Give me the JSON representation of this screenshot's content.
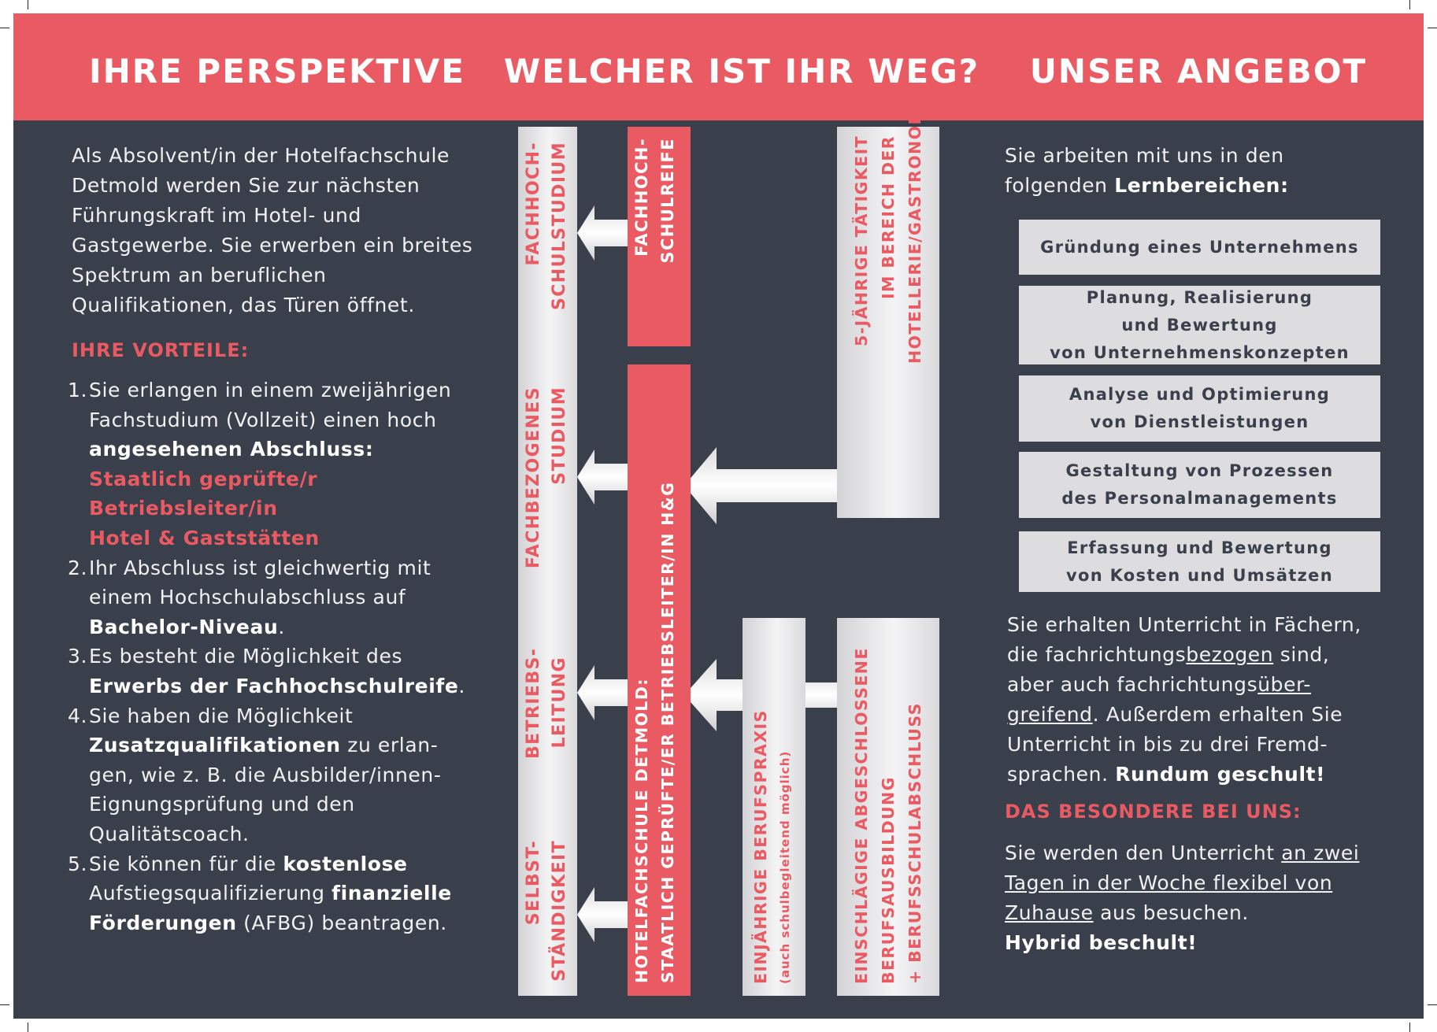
{
  "header": {
    "col1_title": "IHRE PERSPEKTIVE",
    "col2_title": "WELCHER IST IHR WEG?",
    "col3_title": "UNSER ANGEBOT"
  },
  "left": {
    "intro": "Als Absolvent/in der Hotelfachschule Detmold werden Sie zur nächsten Führungskraft im Hotel- und Gastgewerbe. Sie erwerben ein breites Spektrum an beruflichen Qualifikationen, das Türen öffnet.",
    "vorteile_heading": "IHRE VORTEILE:",
    "items": [
      {
        "num": "1.",
        "text_a": "Sie erlangen in einem zweijährigen Fachstudium (Vollzeit) einen hoch ",
        "bold": "angesehenen Abschluss:",
        "red1": "Staatlich  geprüfte/r",
        "red2": "Betriebsleiter/in",
        "red3": "Hotel & Gaststätten"
      },
      {
        "num": "2.",
        "text_a": "Ihr Abschluss ist gleichwertig mit einem Hochschulabschluss auf ",
        "bold": "Bachelor-Niveau",
        "text_b": "."
      },
      {
        "num": "3.",
        "text_a": "Es besteht die Möglichkeit des ",
        "bold": "Erwerbs der Fachhochschulreife",
        "text_b": "."
      },
      {
        "num": "4.",
        "text_a": "Sie haben die Möglichkeit ",
        "bold": "Zusatzqualifikationen",
        "text_b": " zu erlan-gen, wie z. B. die Ausbilder/innen-Eignungsprüfung und den Qualitätscoach."
      },
      {
        "num": "5.",
        "text_a": "Sie können für die ",
        "bold": "kostenlose",
        "text_b": " Aufstiegsqualifizierung ",
        "bold2": "finanzielle Förderungen",
        "text_c": " (AFBG) beantragen."
      }
    ]
  },
  "middle": {
    "bar1": [
      "FACHHOCH-",
      "SCHULSTUDIUM"
    ],
    "bar2": [
      "FACHBEZOGENES",
      "STUDIUM"
    ],
    "bar3": [
      "BETRIEBS-",
      "LEITUNG"
    ],
    "bar4": [
      "SELBST-",
      "STÄNDIGKEIT"
    ],
    "fhr": [
      "FACHHOCH-",
      "SCHULREIFE"
    ],
    "hfs": [
      "HOTELFACHSCHULE DETMOLD:",
      "STAATLICH GEPRÜFTE/ER BETRIEBSLEITER/IN H&G"
    ],
    "taetigkeit": [
      "5-JÄHRIGE TÄTIGKEIT",
      "IM BEREICH DER",
      "HOTELLERIE/GASTRONOMIE"
    ],
    "praxis": [
      "EINJÄHRIGE BERUFSPRAXIS",
      "(auch schulbegleitend möglich)"
    ],
    "ausbildung": [
      "EINSCHLÄGIGE ABGESCHLOSSENE",
      "BERUFSAUSBILDUNG",
      "+ BERUFSSCHULABSCHLUSS"
    ]
  },
  "right": {
    "intro_a": "Sie arbeiten mit uns in den folgenden ",
    "intro_bold": "Lernbereichen:",
    "boxes": [
      [
        "Gründung eines Unternehmens"
      ],
      [
        "Planung, Realisierung",
        "und Bewertung",
        "von Unternehmenskonzepten"
      ],
      [
        "Analyse und Optimierung",
        "von Dienstleistungen"
      ],
      [
        "Gestaltung von Prozessen",
        "des Personalmanagements"
      ],
      [
        "Erfassung und Bewertung",
        "von Kosten und Umsätzen"
      ]
    ],
    "unterricht": {
      "a": "Sie erhalten Unterricht in Fächern, die fachrichtungs",
      "u1": "bezogen",
      "b": " sind, aber auch fachrichtungs",
      "u2": "über-greifend",
      "c": ".  Außerdem erhalten Sie Unterricht in bis zu drei Fremd-sprachen. ",
      "bold": "Rundum geschult!"
    },
    "besondere_heading": "DAS BESONDERE BEI UNS:",
    "hybrid": {
      "a": "Sie werden den Unterricht ",
      "u": "an zwei Tagen in der Woche flexibel von Zuhause",
      "b": " aus besuchen.",
      "bold": "Hybrid beschult!"
    }
  },
  "colors": {
    "accent": "#ea5a62",
    "panel": "#3a3f4c",
    "box": "#dddddf"
  }
}
